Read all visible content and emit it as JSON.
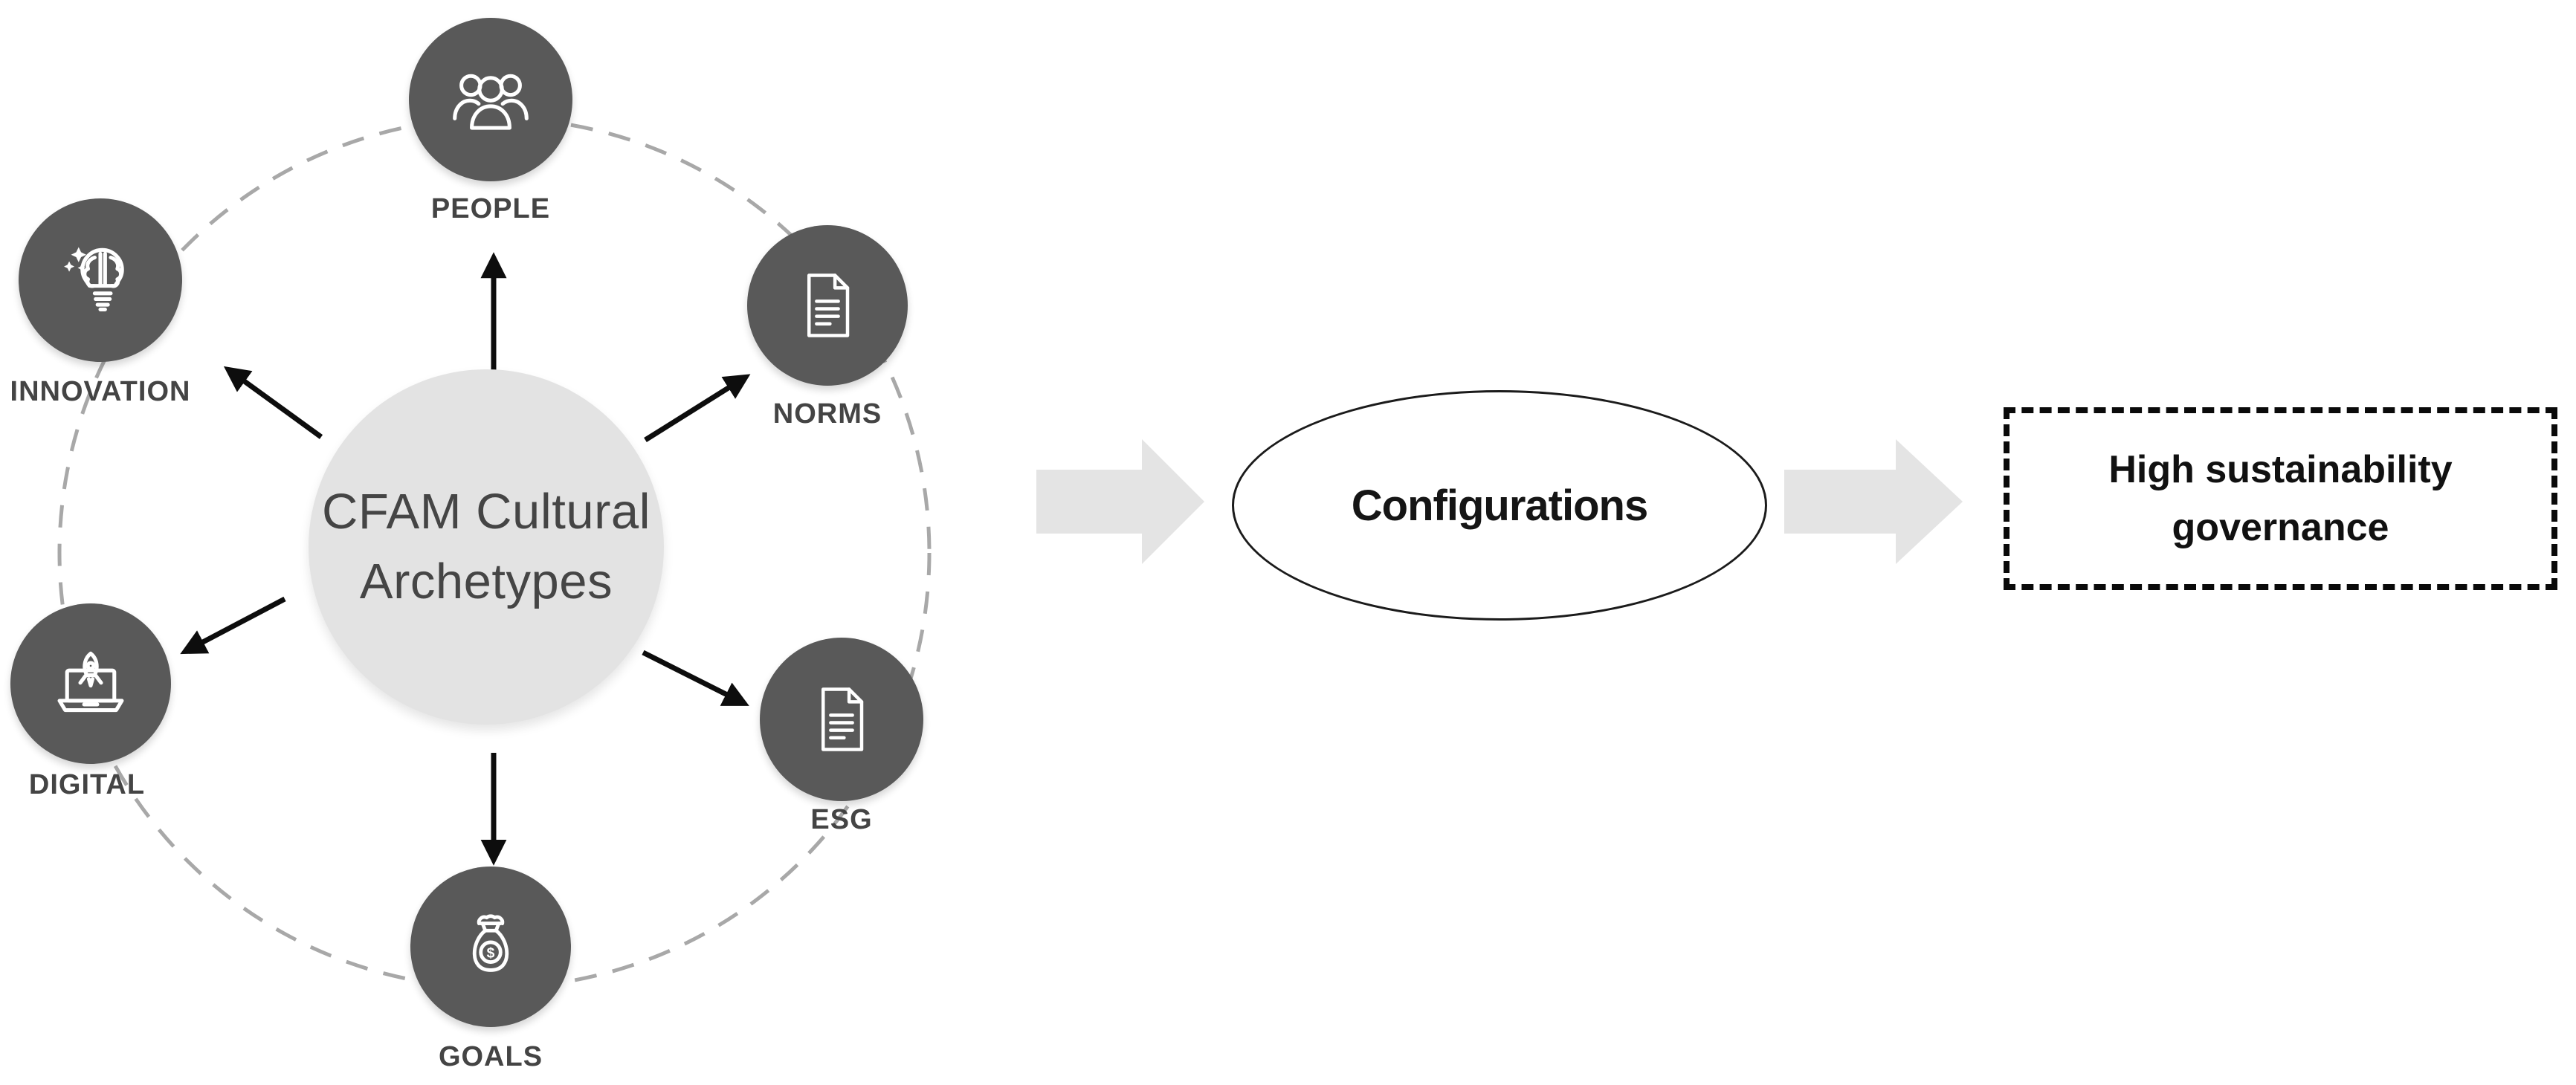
{
  "figure": {
    "center_node": {
      "line1": "CFAM Cultural",
      "line2": "Archetypes"
    },
    "satellites": [
      {
        "label": "PEOPLE",
        "icon": "people-group-icon"
      },
      {
        "label": "NORMS",
        "icon": "document-icon"
      },
      {
        "label": "ESG",
        "icon": "document-icon"
      },
      {
        "label": "GOALS",
        "icon": "money-bag-icon"
      },
      {
        "label": "DIGITAL",
        "icon": "laptop-rocket-icon"
      },
      {
        "label": "INNOVATION",
        "icon": "brain-lightbulb-icon"
      }
    ],
    "process_node": {
      "label": "Configurations"
    },
    "outcome_node": {
      "line1": "High sustainability",
      "line2": "governance"
    },
    "icon_glyphs": {
      "goals_symbol": "$"
    }
  },
  "colors": {
    "satellite-fill": "#595959",
    "center-fill": "#e3e3e3",
    "center-text": "#454545",
    "label-text": "#444444",
    "block-arrow-fill": "#e4e4e4",
    "ring-stroke": "#a8a8a8",
    "connector-stroke": "#0d0d0d",
    "shape-outline": "#1b1b1b",
    "background": "#ffffff"
  }
}
